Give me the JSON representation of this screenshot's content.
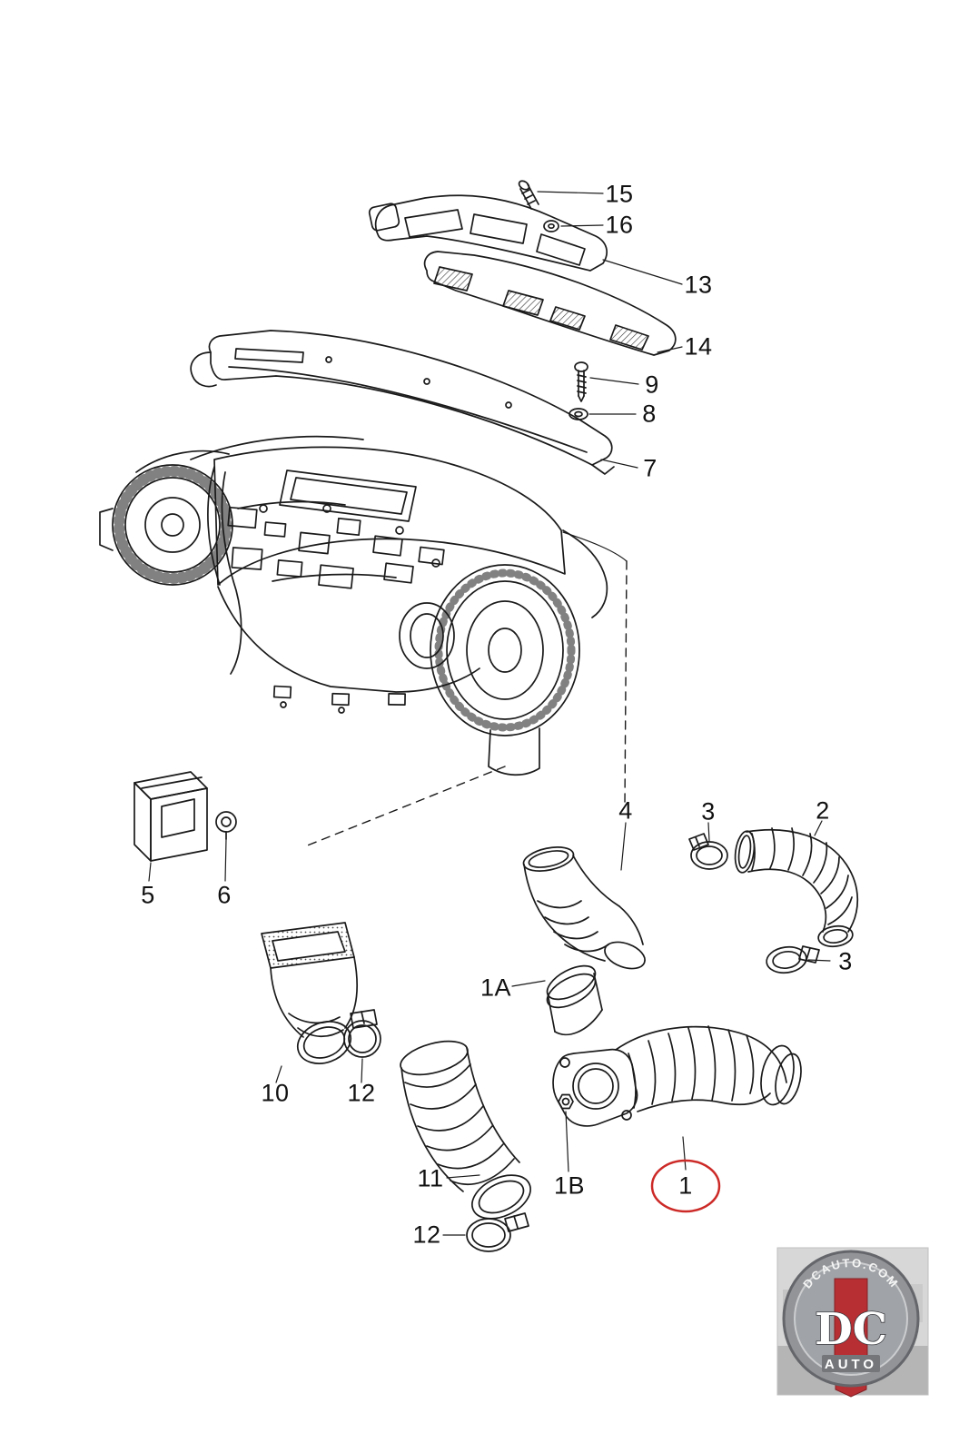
{
  "colors": {
    "line": "#1a1a1a",
    "highlight_red": "#cc2a27",
    "logo_red": "#b5262b"
  },
  "highlighted_part": "1",
  "callouts": [
    {
      "part": "15"
    },
    {
      "part": "16"
    },
    {
      "part": "13"
    },
    {
      "part": "14"
    },
    {
      "part": "9"
    },
    {
      "part": "8"
    },
    {
      "part": "7"
    },
    {
      "part": "5"
    },
    {
      "part": "6"
    },
    {
      "part": "4"
    },
    {
      "part": "3"
    },
    {
      "part": "2"
    },
    {
      "part": "3"
    },
    {
      "part": "1A"
    },
    {
      "part": "10"
    },
    {
      "part": "12"
    },
    {
      "part": "11"
    },
    {
      "part": "1B"
    },
    {
      "part": "12"
    },
    {
      "part": "1"
    }
  ],
  "logo": {
    "arc_text": "DCAUTO.COM",
    "monogram": "DC",
    "wordmark": "AUTO"
  }
}
